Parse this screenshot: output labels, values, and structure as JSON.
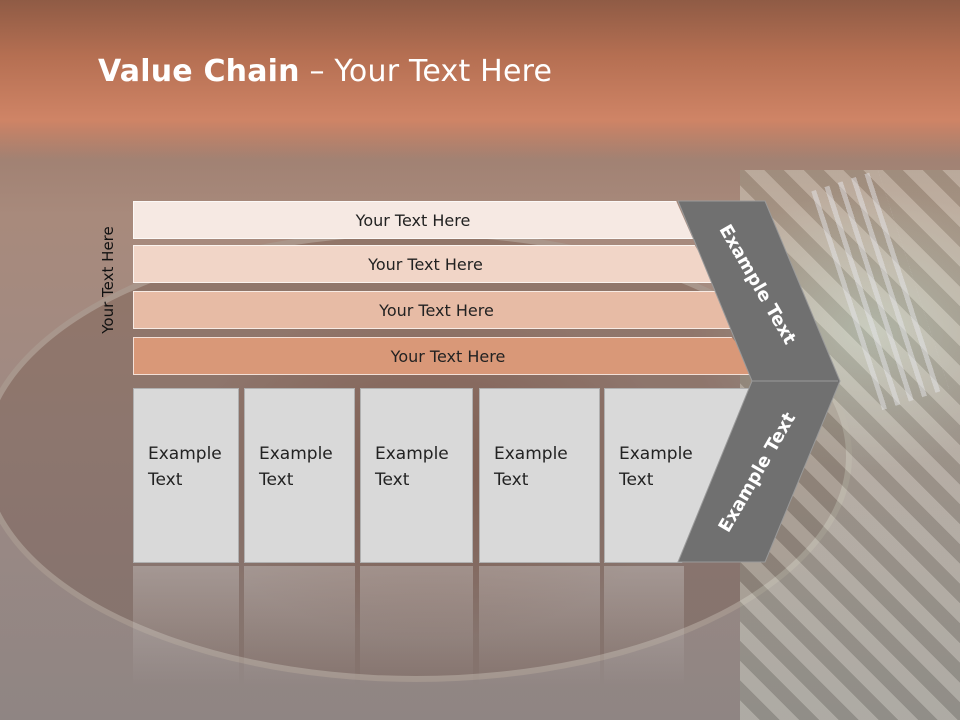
{
  "title": {
    "bold": "Value Chain",
    "rest": " – Your Text Here"
  },
  "side_label": "Your Text Here",
  "rows": [
    {
      "label": "Your Text Here"
    },
    {
      "label": "Your Text Here"
    },
    {
      "label": "Your Text Here"
    },
    {
      "label": "Your Text Here"
    }
  ],
  "columns": [
    {
      "line1": "Example",
      "line2": "Text"
    },
    {
      "line1": "Example",
      "line2": "Text"
    },
    {
      "line1": "Example",
      "line2": "Text"
    },
    {
      "line1": "Example",
      "line2": "Text"
    },
    {
      "line1": "Example",
      "line2": "Text"
    }
  ],
  "chevron": {
    "upper": "Example Text",
    "lower": "Example Text"
  },
  "colors": {
    "header": "#b56f52",
    "row1": "#f6e9e3",
    "row2": "#f1d5c7",
    "row3": "#e7bba5",
    "row4": "#d99878",
    "chevron": "#707070",
    "column": "#d9d9d9"
  }
}
